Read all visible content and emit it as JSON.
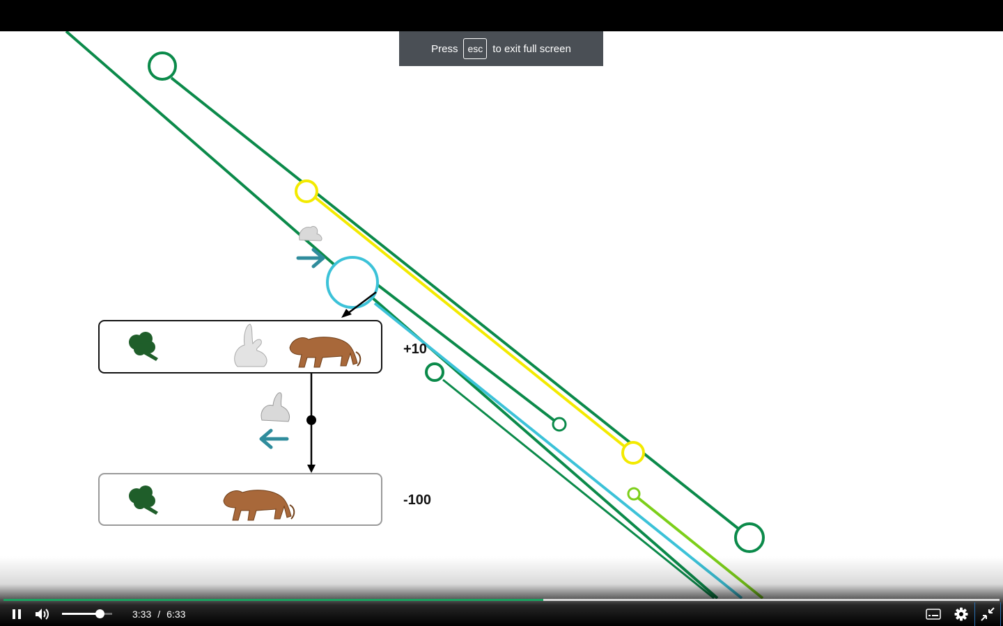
{
  "fullscreen_toast": {
    "prefix": "Press",
    "key": "esc",
    "suffix": "to exit full screen"
  },
  "player": {
    "current_time": "3:33",
    "separator": "/",
    "duration": "6:33",
    "progress_fraction": 0.542,
    "volume_fraction": 0.75,
    "accent_color": "#1aa260"
  },
  "slide": {
    "upper_score": "+10",
    "lower_score": "-100"
  },
  "icons": {
    "pause": "pause-icon",
    "volume": "volume-icon",
    "captions": "captions-icon",
    "settings": "gear-icon",
    "exit_fullscreen": "exit-fullscreen-icon"
  },
  "colors": {
    "dark_green": "#0b8a4a",
    "yellow": "#f3ea00",
    "cyan": "#3cc2d8",
    "lime": "#7ccf1a",
    "teal_arrow": "#2f8c9c",
    "tiger": "#a8683a",
    "broccoli": "#1f5e2a",
    "rabbit": "#d9d9d9"
  }
}
